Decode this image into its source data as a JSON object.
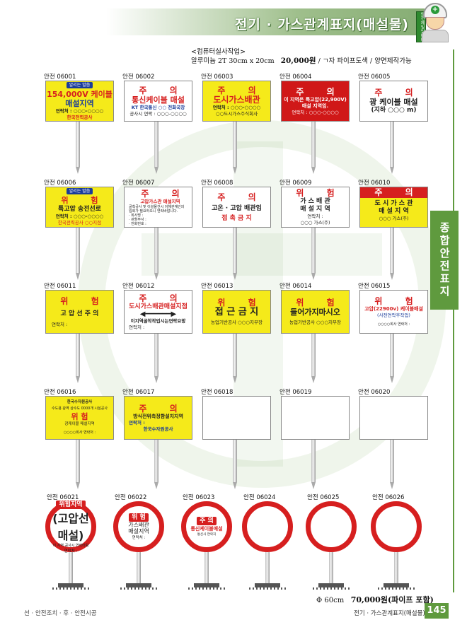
{
  "header": {
    "title": "전기 · 가스관계표지(매설물)",
    "mascot_tag": "안전제일입니다"
  },
  "spec": {
    "line1": "<컴퓨터실사작업>",
    "material": "알루미늄  2T 30cm x 20cm",
    "price": "20,000원",
    "options": "/ ㄱ자 파이프도색 / 양면제작가능"
  },
  "side_tab": "종합안전표지",
  "signs": [
    {
      "code": "안전 06001",
      "badge": "알리는 말씀",
      "lines": [
        "154,000V 케이블",
        "매설지역",
        "연락처 : ○○○-○○○○",
        "한국전력공사"
      ]
    },
    {
      "code": "안전 06002",
      "head": "주 의",
      "lines": [
        "통신케이블 매설",
        "KT 한국통신  ○○ 전화국장",
        "공사시 연락 : ○○○-○○○○"
      ]
    },
    {
      "code": "안전 06003",
      "head": "주 의",
      "lines": [
        "도시가스배관",
        "연락처 : ○○○-○○○○",
        "○○도시가스주식회사"
      ]
    },
    {
      "code": "안전 06004",
      "head": "주 의",
      "lines": [
        "이 지역은 특고압(22,900V)",
        "매설 지역임.",
        "연락처 : ○○○-○○○○"
      ]
    },
    {
      "code": "안전 06005",
      "head": "주 의",
      "lines": [
        "광 케이블 매설",
        "(지하 ○○○ m)"
      ]
    },
    {
      "code": "안전 06006",
      "badge": "알리는 말씀",
      "head": "위 험",
      "lines": [
        "특고압 송전선로",
        "연락처 : ○○○-○○○○",
        "한국전력공사  ○○지점"
      ]
    },
    {
      "code": "안전 06007",
      "head": "주 의",
      "lines": [
        "고압가스관 매설지역",
        "굴착공사 및 이설물건시 이해관계인의",
        "입회가 필요하오니 연락바랍니다.",
        "· 회사명 :",
        "· 관할부서 :",
        "· 전화번호 :"
      ]
    },
    {
      "code": "안전 06008",
      "head": "주 의",
      "lines": [
        "고온 · 고압 배관임",
        "접 촉 금 지"
      ]
    },
    {
      "code": "안전 06009",
      "head": "위 험",
      "lines": [
        "가 스 배 관",
        "매 설 지 역",
        "연락처 :",
        "○○○ 가스(주)"
      ]
    },
    {
      "code": "안전 06010",
      "head": "주 의",
      "lines": [
        "도 시 가 스 관",
        "매 설 지 역",
        "○○○ 가스(주)"
      ]
    },
    {
      "code": "안전 06011",
      "head": "위 험",
      "lines": [
        "고 압 선 주 의",
        "연락처 :"
      ]
    },
    {
      "code": "안전 06012",
      "head": "주 의",
      "lines": [
        "도시가스배관매설지점",
        "이지역굴착작업시는연락요망",
        "연락처 :"
      ]
    },
    {
      "code": "안전 06013",
      "head": "위 험",
      "lines": [
        "접 근 금 지",
        "농업기반공사 ○○○지부장"
      ]
    },
    {
      "code": "안전 06014",
      "head": "위 험",
      "lines": [
        "들어가지마시오",
        "농업기반공사 ○○○지부장"
      ]
    },
    {
      "code": "안전 06015",
      "head": "위 험",
      "lines": [
        "고압(22900v) 케이블매설",
        "(사전연락후작업)",
        "○○○○회사      연락처 :"
      ]
    },
    {
      "code": "안전 06016",
      "lines": [
        "한국수자원공사",
        "수도용 광역 상수도 0000개 시설공사",
        "위 험",
        "광케이블 매설지역",
        "○○○○회사     연락처 :"
      ]
    },
    {
      "code": "안전 06017",
      "head": "주 의",
      "lines": [
        "방식전위측정함설치지역",
        "연락처 :",
        "한국수자원공사"
      ]
    },
    {
      "code": "안전 06018",
      "lines": []
    },
    {
      "code": "안전 06019",
      "lines": []
    },
    {
      "code": "안전 06020",
      "lines": []
    }
  ],
  "round_signs": [
    {
      "code": "안전 06021",
      "bar": "위험지역",
      "lines": [
        "(고압선매설)",
        "이 지역 공사시 연락바람",
        "연락처 :"
      ]
    },
    {
      "code": "안전 06022",
      "bar": "위 험",
      "lines": [
        "가스배관",
        "매설지역",
        "연락처 :"
      ]
    },
    {
      "code": "안전 06023",
      "bar": "주 의",
      "lines": [
        "통신케이블매설",
        "통신사 연락처"
      ]
    },
    {
      "code": "안전 06024",
      "lines": []
    },
    {
      "code": "안전 06025",
      "lines": []
    },
    {
      "code": "안전 06026",
      "lines": []
    }
  ],
  "round_price": {
    "size": "Φ 60cm",
    "price": "70,000원(파이프 포함)"
  },
  "footer": {
    "left": "선 · 안전조치 · 후 · 안전시공",
    "right": "전기 · 가스관계표지(매설물)",
    "page": "145"
  },
  "colors": {
    "accent": "#5f9a3e",
    "yellow": "#f5ea1a",
    "red": "#d61f1f",
    "blue": "#1a3c9a"
  }
}
